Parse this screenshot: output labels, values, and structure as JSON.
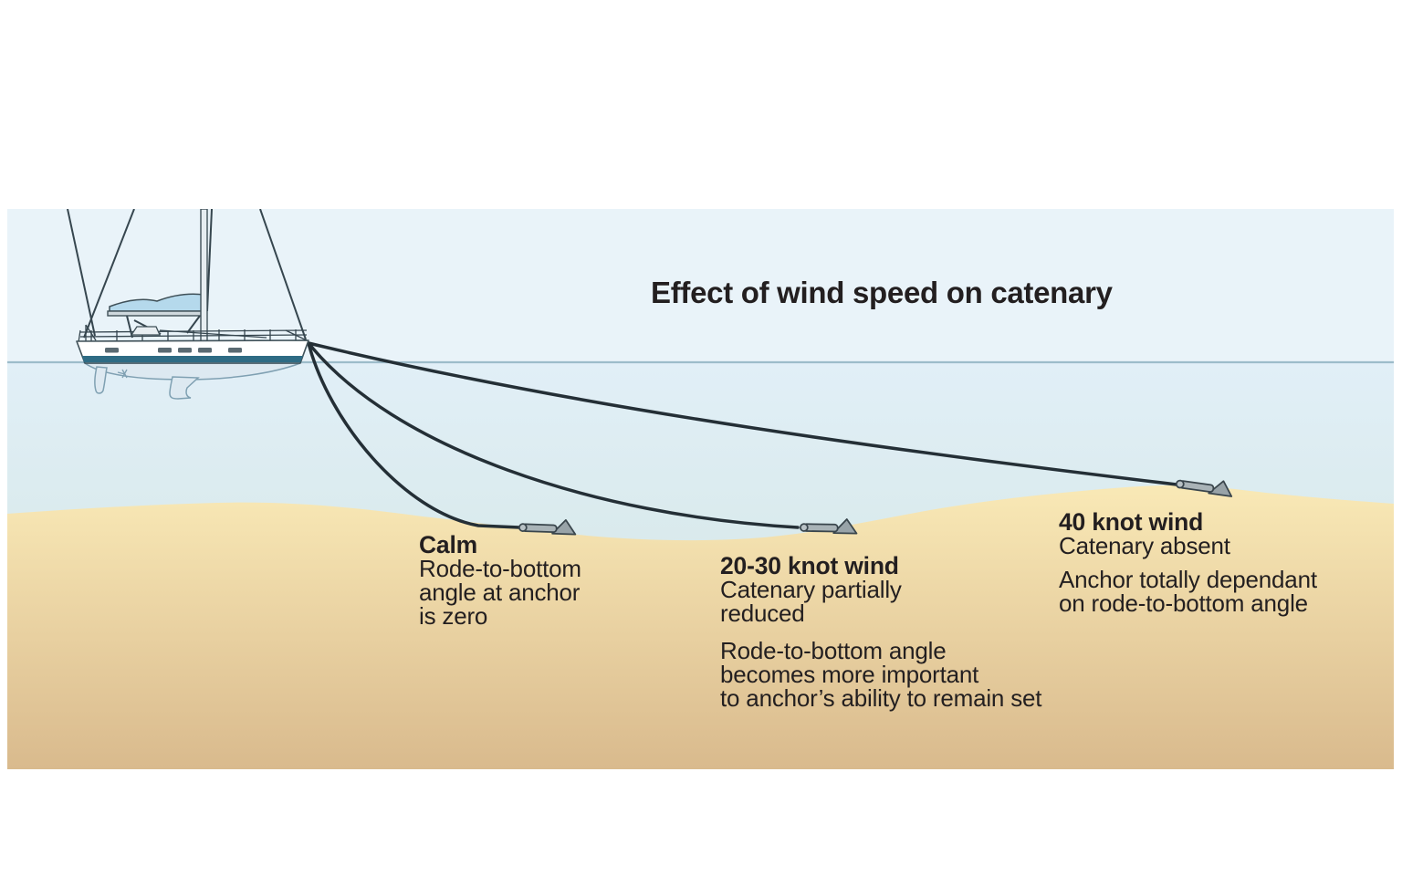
{
  "title": "Effect of wind speed on catenary",
  "scene": {
    "sky_color": "#e9f3f9",
    "water_top_color": "#e1eff7",
    "water_bottom_color": "#d0e4df",
    "sand_top_color": "#f9e9b6",
    "sand_bottom_color": "#d9ba8d",
    "waterline_color": "#9dbcca",
    "rode_color": "#242f36",
    "hull_color": "#ffffff",
    "hull_stripe_color": "#2e6b84",
    "underbody_color": "#dde9f1",
    "sail_color": "#b5d9ec",
    "anchor_fill": "#a9b3b7",
    "anchor_outline": "#39454c",
    "text_color": "#231f20"
  },
  "labels": {
    "calm": {
      "heading": "Calm",
      "para1": "Rode-to-bottom\nangle at anchor\nis zero"
    },
    "wind20": {
      "heading": "20-30 knot wind",
      "para1": "Catenary partially\nreduced",
      "para2": "Rode-to-bottom angle\nbecomes more important\nto anchor’s ability to remain set"
    },
    "wind40": {
      "heading": "40 knot wind",
      "para1": "Catenary absent",
      "para2": "Anchor totally dependant\non rode-to-bottom angle"
    }
  },
  "icons": {
    "anchor": "plow-anchor-icon",
    "boat": "sailboat-side-view-illustration"
  }
}
